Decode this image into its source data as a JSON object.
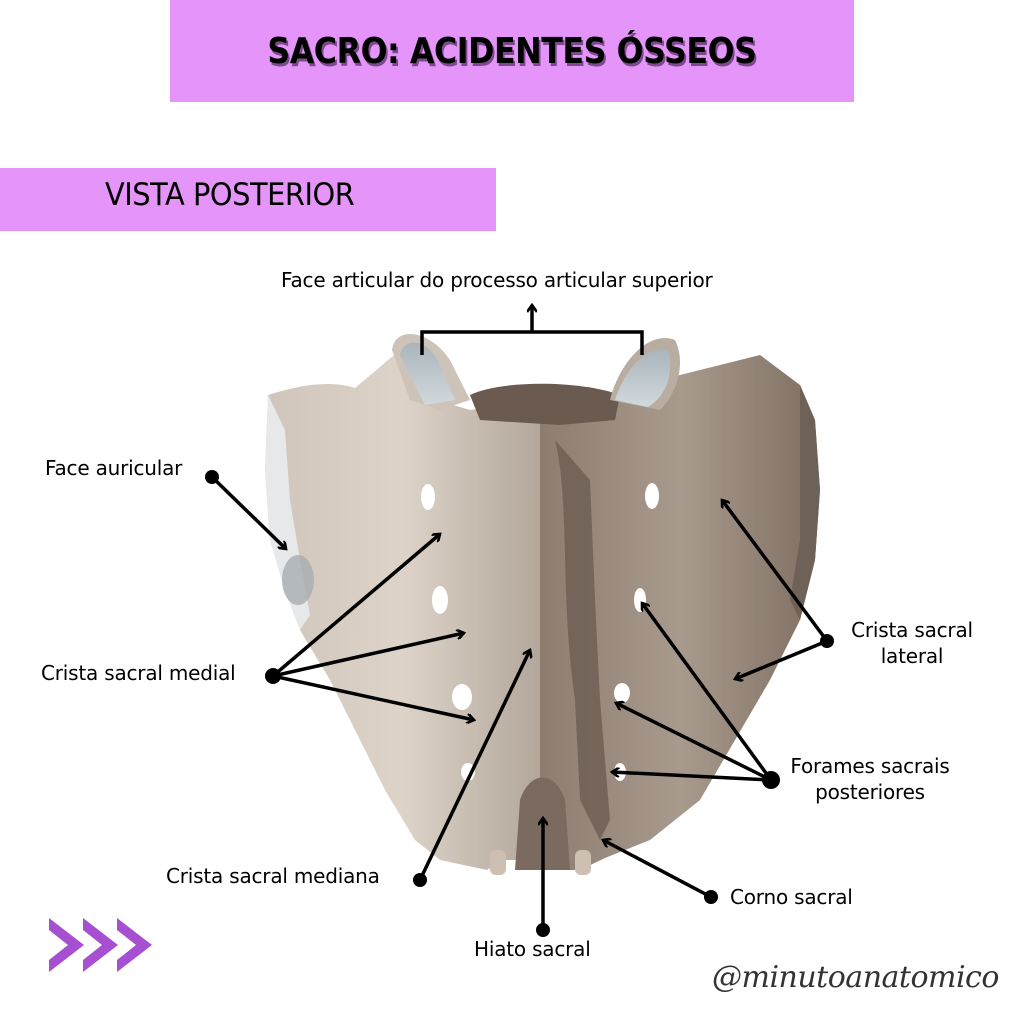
{
  "header": {
    "title": "SACRO: ACIDENTES ÓSSEOS",
    "subtitle": "VISTA POSTERIOR"
  },
  "labels": {
    "face_articular_superior": "Face articular do processo articular superior",
    "face_auricular": "Face auricular",
    "crista_sacral_medial": "Crista sacral medial",
    "crista_sacral_lateral_line1": "Crista sacral",
    "crista_sacral_lateral_line2": "lateral",
    "forames_line1": "Forames sacrais",
    "forames_line2": "posteriores",
    "crista_sacral_mediana": "Crista sacral mediana",
    "corno_sacral": "Corno sacral",
    "hiato_sacral": "Hiato sacral"
  },
  "footer": {
    "handle": "@minutoanatomico",
    "next_icon": "triple-chevron-right-icon"
  },
  "colors": {
    "accent_pink": "#e594f9",
    "chevron_purple": "#a64fd0",
    "bone_light": "#d9cfc4",
    "bone_dark": "#7e6e62",
    "cartilage_gray": "#b8c2c8"
  }
}
